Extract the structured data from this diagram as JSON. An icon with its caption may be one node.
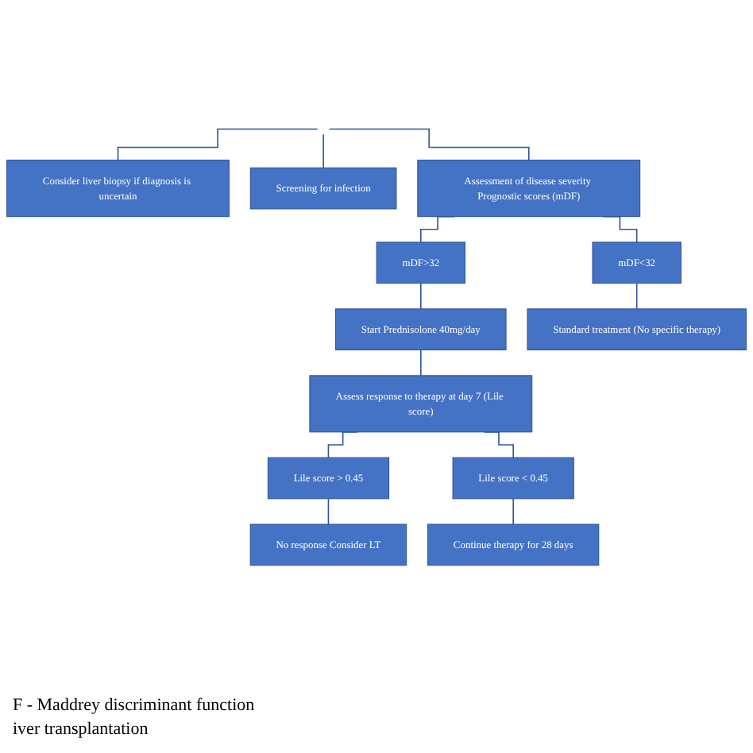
{
  "diagram": {
    "nodes": [
      {
        "text": [
          "Consider liver biopsy if diagnosis is uncertain"
        ]
      },
      {
        "text": [
          "Screening for infection"
        ]
      },
      {
        "text": [
          "Assessment of disease severity Prognostic scores (mDF)"
        ]
      },
      {
        "text": [
          "mDF>32"
        ]
      },
      {
        "text": [
          "mDF<32"
        ]
      },
      {
        "text": [
          "Start Prednisolone 40mg/day"
        ]
      },
      {
        "text": [
          "Standard treatment (No specific therapy)"
        ]
      },
      {
        "text": [
          "Assess response to therapy at day 7 (Lile score)"
        ]
      },
      {
        "text": [
          "Lile score > 0.45"
        ]
      },
      {
        "text": [
          "Lile score < 0.45"
        ]
      },
      {
        "text": [
          "No response Consider LT"
        ]
      },
      {
        "text": [
          "Continue therapy for 28 days"
        ]
      }
    ],
    "edges": [
      {
        "from": null,
        "to": 0,
        "arrow": "none"
      },
      {
        "from": null,
        "to": 1,
        "arrow": "none"
      },
      {
        "from": null,
        "to": 2,
        "arrow": "none"
      },
      {
        "from": 2,
        "to": 3,
        "arrow": "none"
      },
      {
        "from": 2,
        "to": 4,
        "arrow": "none"
      },
      {
        "from": 3,
        "to": 5,
        "arrow": "none"
      },
      {
        "from": 4,
        "to": 6,
        "arrow": "none"
      },
      {
        "from": 5,
        "to": 7,
        "arrow": "none"
      },
      {
        "from": 7,
        "to": 8,
        "arrow": "none"
      },
      {
        "from": 7,
        "to": 9,
        "arrow": "none"
      },
      {
        "from": 8,
        "to": 10,
        "arrow": "none"
      },
      {
        "from": 9,
        "to": 11,
        "arrow": "none"
      }
    ],
    "labels": [
      "F - Maddrey discriminant function",
      "iver transplantation"
    ]
  }
}
